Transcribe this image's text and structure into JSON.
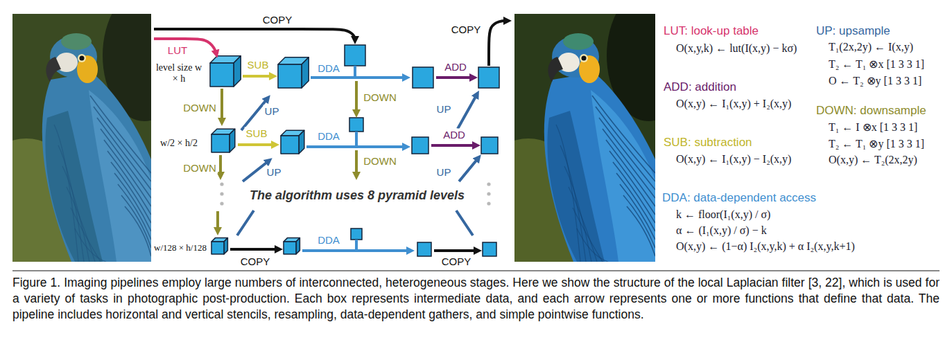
{
  "diagram": {
    "caption": "Figure 1. Imaging pipelines employ large numbers of interconnected, heterogeneous stages. Here we show the structure of the local Laplacian filter [3, 22], which is used for a variety of tasks in photographic post-production. Each box represents intermediate data, and each arrow represents one or more functions that define that data. The pipeline includes horizontal and vertical stencils, resampling, data-dependent gathers, and simple pointwise functions.",
    "labels": [
      "COPY",
      "LUT",
      "level size w × h",
      "SUB",
      "DDA",
      "DOWN",
      "ADD",
      "COPY",
      "DOWN",
      "UP",
      "UP",
      "w/2 × h/2",
      "SUB",
      "DDA",
      "DOWN",
      "ADD",
      "DOWN",
      "UP",
      "UP",
      "The algorithm uses 8 pyramid levels",
      "w/128 × h/128",
      "COPY",
      "DDA",
      "COPY",
      "LUT: look-up table",
      "O(x,y,k) ← lut(I(x,y) − kσ)",
      "ADD: addition",
      "O(x,y) ← I₁(x,y) + I₂(x,y)",
      "SUB: subtraction",
      "O(x,y) ← I₁(x,y) − I₂(x,y)",
      "DDA: data-dependent access",
      "k ← floor(I₁(x,y) / σ)",
      "α ← (I₁(x,y) / σ) − k",
      "O(x,y) ← (1−α) I₂(x,y,k) + α I₂(x,y,k+1)",
      "UP: upsample",
      "T₁(2x,2y) ← I(x,y)",
      "T₂ ← T₁ ⊗x [1 3 3 1]",
      "O ← T₂ ⊗y [1 3 3 1]",
      "DOWN: downsample",
      "T₁ ← I ⊗x [1 3 3 1]",
      "T₂ ← T₁ ⊗y [1 3 3 1]",
      "O(x,y) ← T₂(2x,2y)"
    ]
  }
}
